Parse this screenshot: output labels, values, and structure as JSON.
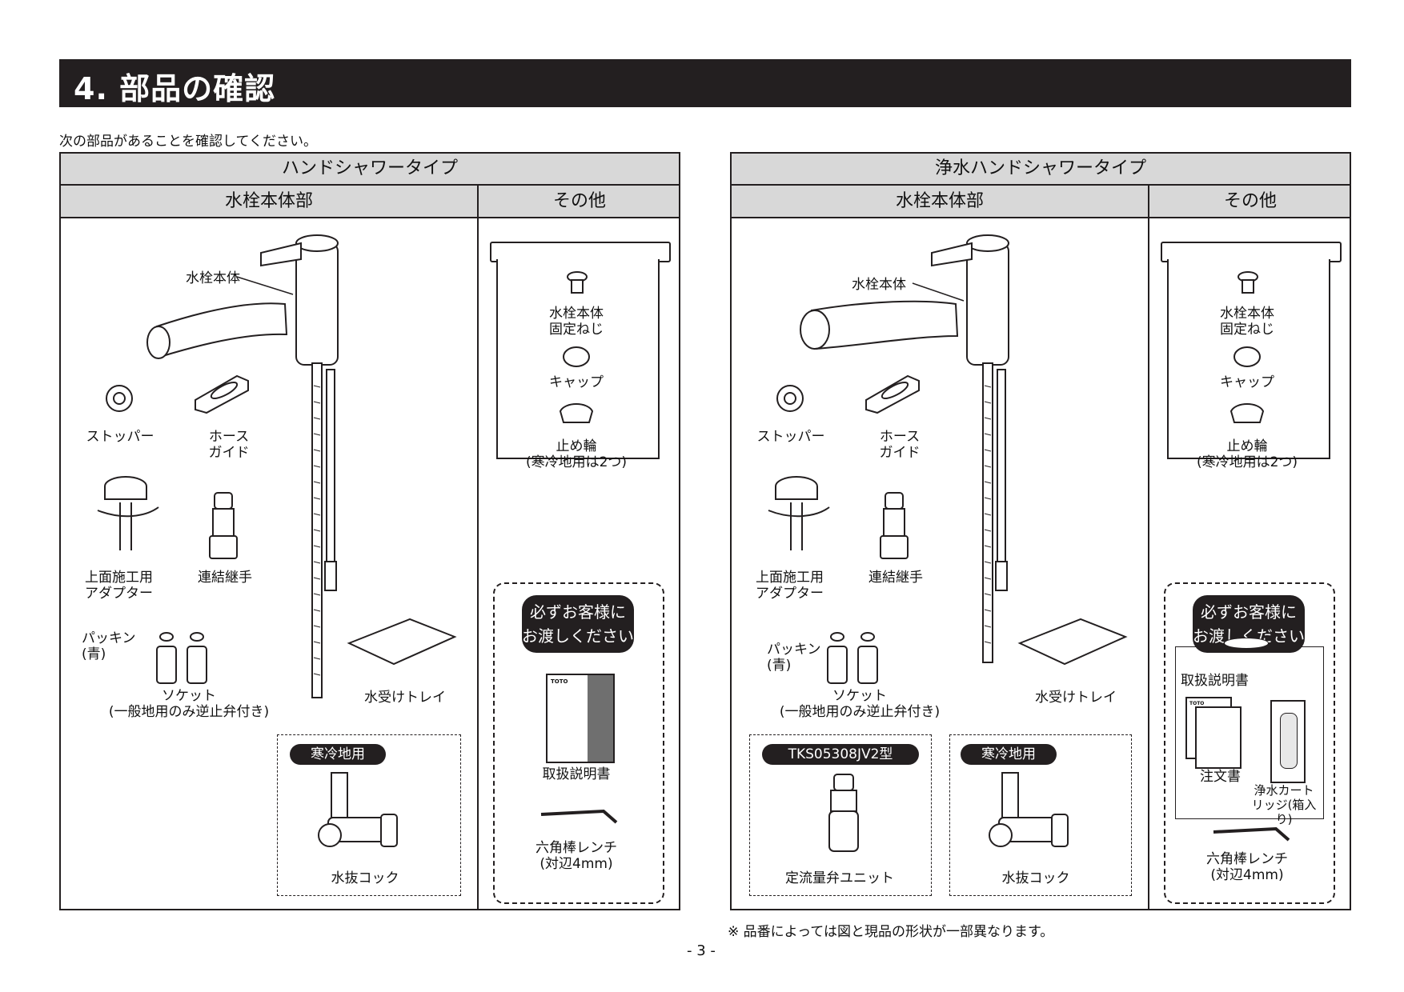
{
  "title": "4. 部品の確認",
  "intro": "次の部品があることを確認してください。",
  "left": {
    "header": "ハンドシャワータイプ",
    "col_main": "水栓本体部",
    "col_other": "その他",
    "faucet_label": "水栓本体",
    "stopper": "ストッパー",
    "hose_guide": "ホース\nガイド",
    "adapter": "上面施工用\nアダプター",
    "joint": "連結継手",
    "packing": "パッキン\n(青)",
    "socket": "ソケット\n(一般地用のみ逆止弁付き)",
    "tray": "水受けトレイ",
    "cold_badge": "寒冷地用",
    "drain_cock": "水抜コック",
    "screw": "水栓本体\n固定ねじ",
    "cap": "キャップ",
    "ring": "止め輪\n(寒冷地用は2つ)",
    "notice": "必ずお客様に\nお渡しください",
    "manual": "取扱説明書",
    "wrench": "六角棒レンチ\n(対辺4mm)",
    "manual_brand": "TOTO"
  },
  "right": {
    "header": "浄水ハンドシャワータイプ",
    "col_main": "水栓本体部",
    "col_other": "その他",
    "faucet_label": "水栓本体",
    "stopper": "ストッパー",
    "hose_guide": "ホース\nガイド",
    "adapter": "上面施工用\nアダプター",
    "joint": "連結継手",
    "packing": "パッキン\n(青)",
    "socket": "ソケット\n(一般地用のみ逆止弁付き)",
    "tray": "水受けトレイ",
    "model_badge": "TKS05308JV2型",
    "flow_unit": "定流量弁ユニット",
    "cold_badge": "寒冷地用",
    "drain_cock": "水抜コック",
    "screw": "水栓本体\n固定ねじ",
    "cap": "キャップ",
    "ring": "止め輪\n(寒冷地用は2つ)",
    "notice": "必ずお客様に\nお渡しください",
    "manual": "取扱説明書",
    "order_form": "注文書",
    "cartridge": "浄水カート\nリッジ(箱入り)",
    "wrench": "六角棒レンチ\n(対辺4mm)",
    "manual_brand": "TOTO"
  },
  "footnote": "※ 品番によっては図と現品の形状が一部異なります。",
  "page_number": "- 3 -"
}
